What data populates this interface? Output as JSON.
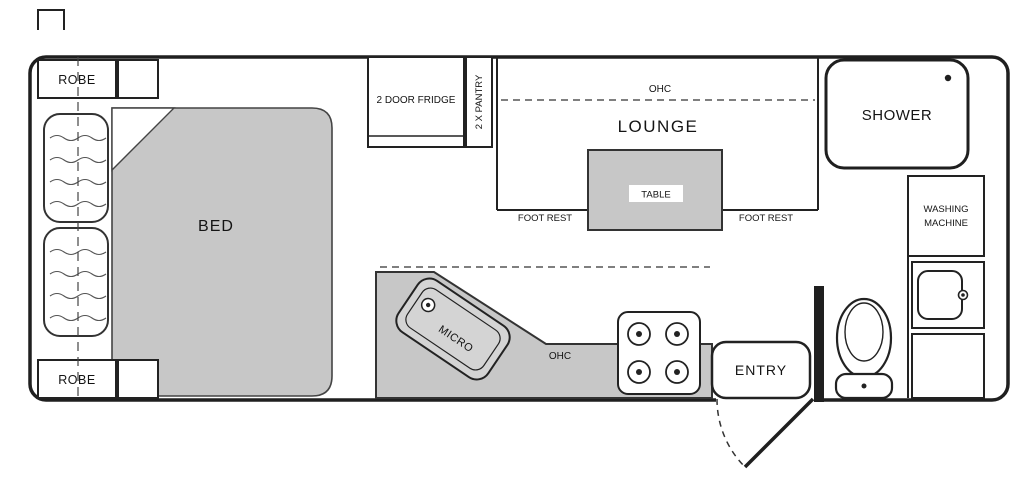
{
  "plan": {
    "type": "caravan-floorplan",
    "colors": {
      "wall": "#1f1f1f",
      "furniture_fill": "#c7c7c7",
      "background": "#ffffff"
    },
    "rooms": {
      "bedroom": {
        "robe_top": "ROBE",
        "robe_bottom": "ROBE",
        "bed": "BED"
      },
      "kitchen": {
        "fridge": "2 DOOR FRIDGE",
        "pantry": "2 X PANTRY",
        "micro": "MICRO",
        "ohc": "OHC"
      },
      "lounge": {
        "ohc": "OHC",
        "label": "LOUNGE",
        "table": "TABLE",
        "foot_rest_left": "FOOT REST",
        "foot_rest_right": "FOOT REST"
      },
      "bathroom": {
        "shower": "SHOWER",
        "washing_machine_line1": "WASHING",
        "washing_machine_line2": "MACHINE"
      },
      "entry": {
        "label": "ENTRY"
      }
    }
  }
}
